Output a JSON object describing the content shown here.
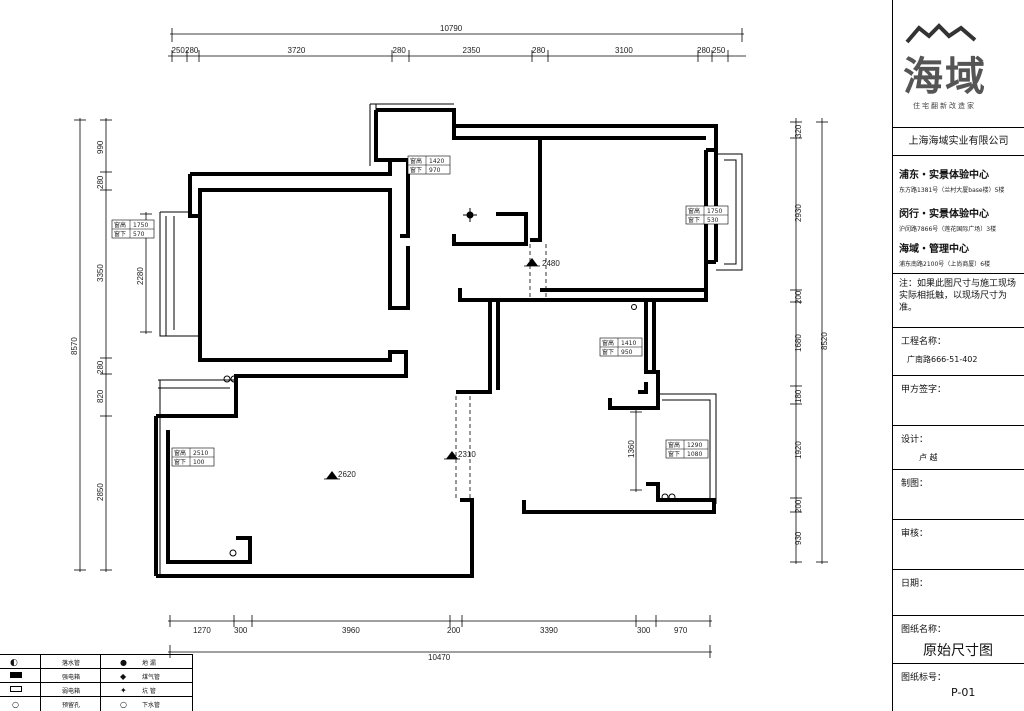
{
  "dimensions": {
    "top_total": "10790",
    "top_segments": [
      "250",
      "280",
      "3720",
      "280",
      "2350",
      "280",
      "3100",
      "280",
      "250"
    ],
    "bottom_total": "10470",
    "bottom_segments": [
      "1270",
      "300",
      "3960",
      "200",
      "3390",
      "300",
      "970"
    ],
    "left_total": "8570",
    "left_segments": [
      "990",
      "280",
      "3350",
      "280",
      "820",
      "2850"
    ],
    "left_window": "2280",
    "right_total": "8520",
    "right_segments": [
      "320",
      "2930",
      "200",
      "1680",
      "180",
      "1920",
      "200",
      "930"
    ],
    "right_inner": "1360",
    "heights": {
      "h_2480": "2480",
      "h_2310": "2310",
      "h_2620": "2620"
    }
  },
  "windows": [
    {
      "id": "w1",
      "top_label": "窗高",
      "top_value": "1420",
      "bottom_label": "窗下",
      "bottom_value": "970"
    },
    {
      "id": "w2",
      "top_label": "窗高",
      "top_value": "1750",
      "bottom_label": "窗下",
      "bottom_value": "570"
    },
    {
      "id": "w3",
      "top_label": "窗高",
      "top_value": "1750",
      "bottom_label": "窗下",
      "bottom_value": "530"
    },
    {
      "id": "w4",
      "top_label": "窗高",
      "top_value": "1410",
      "bottom_label": "窗下",
      "bottom_value": "950"
    },
    {
      "id": "w5",
      "top_label": "窗高",
      "top_value": "2510",
      "bottom_label": "窗下",
      "bottom_value": "100"
    },
    {
      "id": "w6",
      "top_label": "窗高",
      "top_value": "1290",
      "bottom_label": "窗下",
      "bottom_value": "1080"
    }
  ],
  "legend": {
    "items": [
      {
        "left": "落水管",
        "right": "地 漏"
      },
      {
        "left": "强电箱",
        "right": "煤气管"
      },
      {
        "left": "弱电箱",
        "right": "坑 管"
      },
      {
        "left": "预留孔",
        "right": "下水管"
      }
    ]
  },
  "titleblock": {
    "logo_text": "海域",
    "logo_slogan": "住宅翻新改造家",
    "company": "上海海域实业有限公司",
    "centers": [
      {
        "name": "浦东・实景体验中心",
        "addr": "东方路1381号（兰村大厦base楼）5楼"
      },
      {
        "name": "闵行・实景体验中心",
        "addr": "沪闵路7866号（莲花国际广场）3楼"
      },
      {
        "name": "海域・管理中心",
        "addr": "浦东南路2100号（上尚商厦）6楼"
      }
    ],
    "note": "注：如果此图尺寸与施工现场实际相抵触，以现场尺寸为准。",
    "project_label": "工程名称：",
    "project_value": "广南路666-51-402",
    "client_label": "甲方签字：",
    "designer_label": "设计：",
    "designer_value": "卢 越",
    "drafter_label": "制图：",
    "reviewer_label": "审核：",
    "date_label": "日期：",
    "drawing_name_label": "图纸名称：",
    "drawing_name_value": "原始尺寸图",
    "drawing_no_label": "图纸标号：",
    "drawing_no_value": "P-01"
  }
}
